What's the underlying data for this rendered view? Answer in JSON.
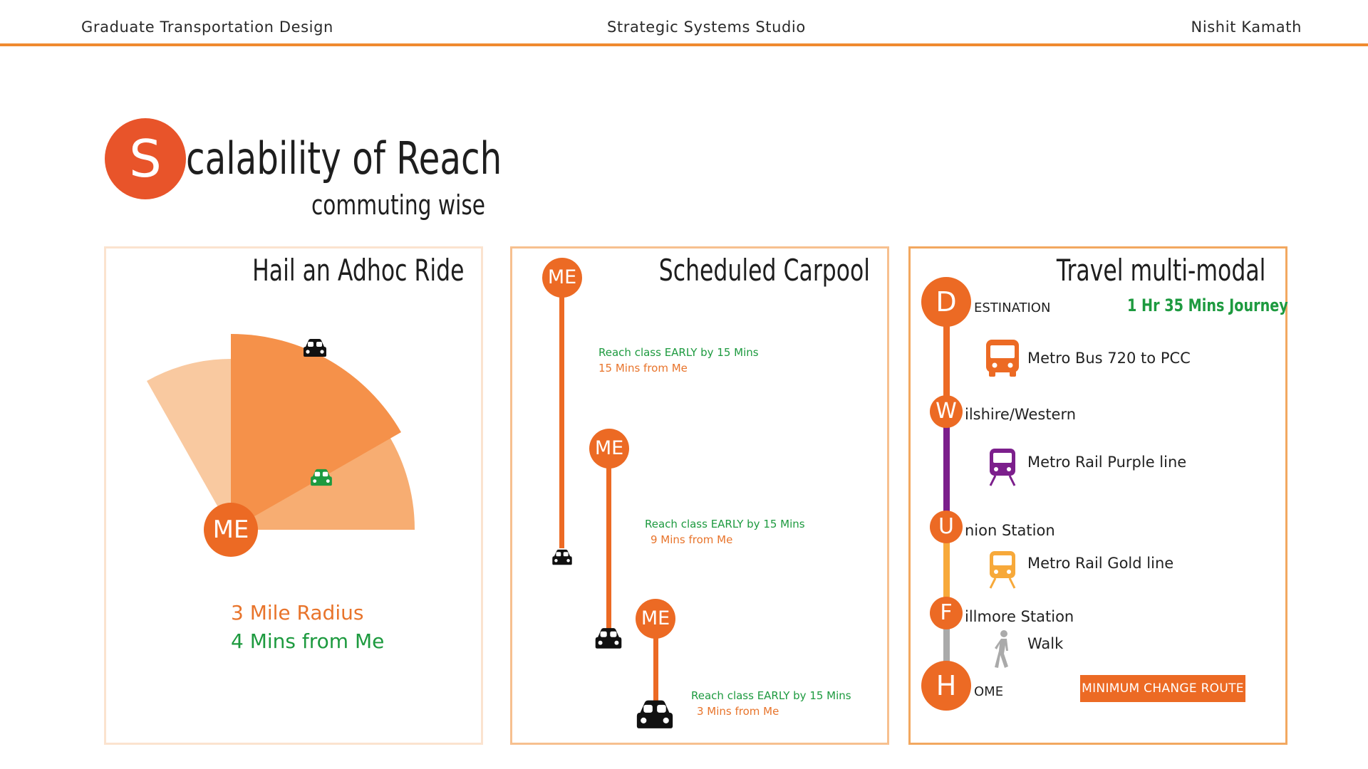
{
  "header": {
    "left": "Graduate Transportation Design",
    "center": "Strategic Systems Studio",
    "right": "Nishit Kamath",
    "rule_color": "#f08a2f"
  },
  "title": {
    "initial": "S",
    "rest": "calability of Reach",
    "subtitle": "commuting wise"
  },
  "panels": {
    "adhoc": {
      "title": "Hail an Adhoc Ride",
      "me_label": "ME",
      "radius_label": "3 Mile Radius",
      "time_label": "4 Mins from Me",
      "icons": [
        "car-front-icon",
        "car-front-icon"
      ]
    },
    "carpool": {
      "title": "Scheduled Carpool",
      "stops": [
        {
          "me_label": "ME",
          "early": "Reach class EARLY by 15 Mins",
          "time": "15 Mins from Me"
        },
        {
          "me_label": "ME",
          "early": "Reach class EARLY by 15 Mins",
          "time": "9 Mins from Me"
        },
        {
          "me_label": "ME",
          "early": "Reach class EARLY by 15 Mins",
          "time": "3 Mins from Me"
        }
      ]
    },
    "multimodal": {
      "title": "Travel multi-modal",
      "journey": "1 Hr 35 Mins Journey",
      "stations": [
        {
          "letter": "D",
          "rest": "ESTINATION"
        },
        {
          "letter": "W",
          "rest": "ilshire/Western"
        },
        {
          "letter": "U",
          "rest": "nion Station"
        },
        {
          "letter": "F",
          "rest": "illmore Station"
        },
        {
          "letter": "H",
          "rest": "OME"
        }
      ],
      "legs": [
        {
          "label": "Metro Bus 720 to PCC",
          "icon": "bus-icon",
          "color": "#ec6a24"
        },
        {
          "label": "Metro Rail Purple line",
          "icon": "train-icon",
          "color": "#7c1f8c"
        },
        {
          "label": "Metro Rail Gold line",
          "icon": "train-icon",
          "color": "#f7a93a"
        },
        {
          "label": "Walk",
          "icon": "walking-person-icon",
          "color": "#aaaaaa"
        }
      ],
      "button": "MINIMUM CHANGE ROUTE"
    }
  },
  "colors": {
    "accent": "#ec6a24",
    "green": "#1d9a3f",
    "purple": "#7c1f8c",
    "gold": "#f7a93a",
    "walk": "#aaaaaa"
  }
}
